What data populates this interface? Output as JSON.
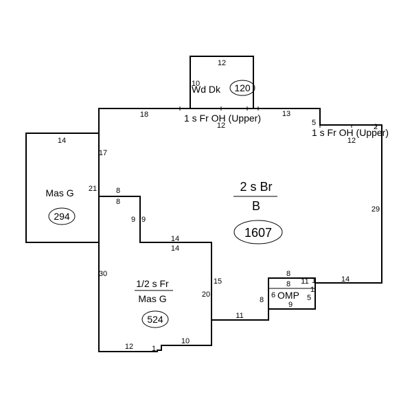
{
  "areas": {
    "main": {
      "line1": "2 s Br",
      "line2": "B",
      "value": "1607"
    },
    "garage": {
      "line1": "Mas G",
      "value": "294"
    },
    "half_story": {
      "line1": "1/2 s Fr",
      "line2": "Mas G",
      "value": "524"
    },
    "deck": {
      "line1": "Wd Dk",
      "value": "120"
    },
    "overhang_top": {
      "label": "1 s Fr OH (Upper)"
    },
    "overhang_right": {
      "label": "1 s Fr OH (Upper)"
    },
    "porch": {
      "label": "OMP"
    }
  },
  "dimensions": {
    "d12_deck_top": "12",
    "d10_deck_left": "10",
    "d18": "18",
    "d12_oh_top": "12",
    "d13": "13",
    "d5_top": "5",
    "d12_oh_right": "12",
    "d2_oh_right": "2",
    "d14_garage_top": "14",
    "d17": "17",
    "d21": "21",
    "d8_a": "8",
    "d8_b": "8",
    "d9_a": "9",
    "d9_b": "9",
    "d14_a": "14",
    "d14_b": "14",
    "d29": "29",
    "d30": "30",
    "d15": "15",
    "d20": "20",
    "d11_bottom": "11",
    "d12_bottom": "12",
    "d1_bottom": "1",
    "d10_bottom": "10",
    "d8_porch_left": "8",
    "d8_porch_top_a": "8",
    "d8_porch_top_b": "8",
    "d6_porch": "6",
    "d9_porch_bottom": "9",
    "d11_porch_top": "11",
    "d1_porch_a": "1",
    "d1_porch_b": "1",
    "d5_porch": "5",
    "d14_right": "14"
  }
}
